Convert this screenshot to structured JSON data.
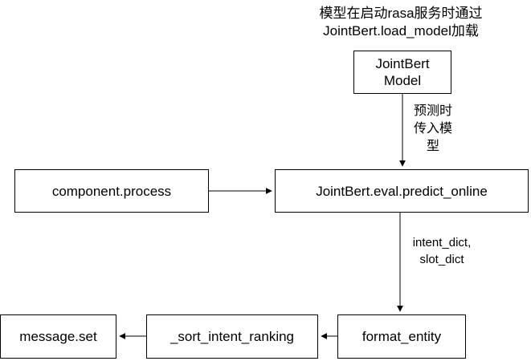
{
  "annotation": {
    "text": "模型在启动rasa服务时通过\nJointBert.load_model加载"
  },
  "nodes": {
    "jointbert_model": {
      "label": "JointBert\nModel"
    },
    "component_process": {
      "label": "component.process"
    },
    "predict_online": {
      "label": "JointBert.eval.predict_online"
    },
    "format_entity": {
      "label": "format_entity"
    },
    "sort_intent_ranking": {
      "label": "_sort_intent_ranking"
    },
    "message_set": {
      "label": "message.set"
    }
  },
  "edge_labels": {
    "model_to_predict": "预测时\n传入模\n型",
    "predict_to_format": "intent_dict,\nslot_dict"
  },
  "colors": {
    "stroke": "#000000",
    "background": "#ffffff",
    "text": "#000000"
  }
}
